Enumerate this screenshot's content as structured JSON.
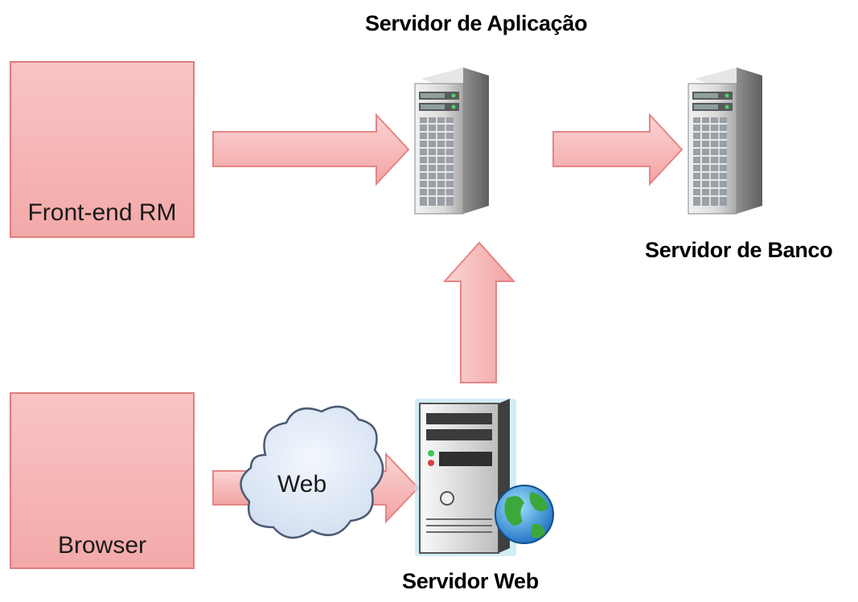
{
  "nodes": {
    "frontend": {
      "label": "Front-end RM"
    },
    "browser": {
      "label": "Browser"
    },
    "app_server": {
      "label": "Servidor de Aplicação"
    },
    "db_server": {
      "label": "Servidor de Banco"
    },
    "web_server": {
      "label": "Servidor Web"
    },
    "cloud": {
      "label": "Web"
    }
  },
  "colors": {
    "box_fill": "#f3a9a9",
    "box_border": "#e07c7c",
    "arrow_fill": "#f6b7b7",
    "arrow_stroke": "#e58585",
    "cloud_fill": "#dfe8f6",
    "cloud_stroke": "#4a5a72"
  }
}
